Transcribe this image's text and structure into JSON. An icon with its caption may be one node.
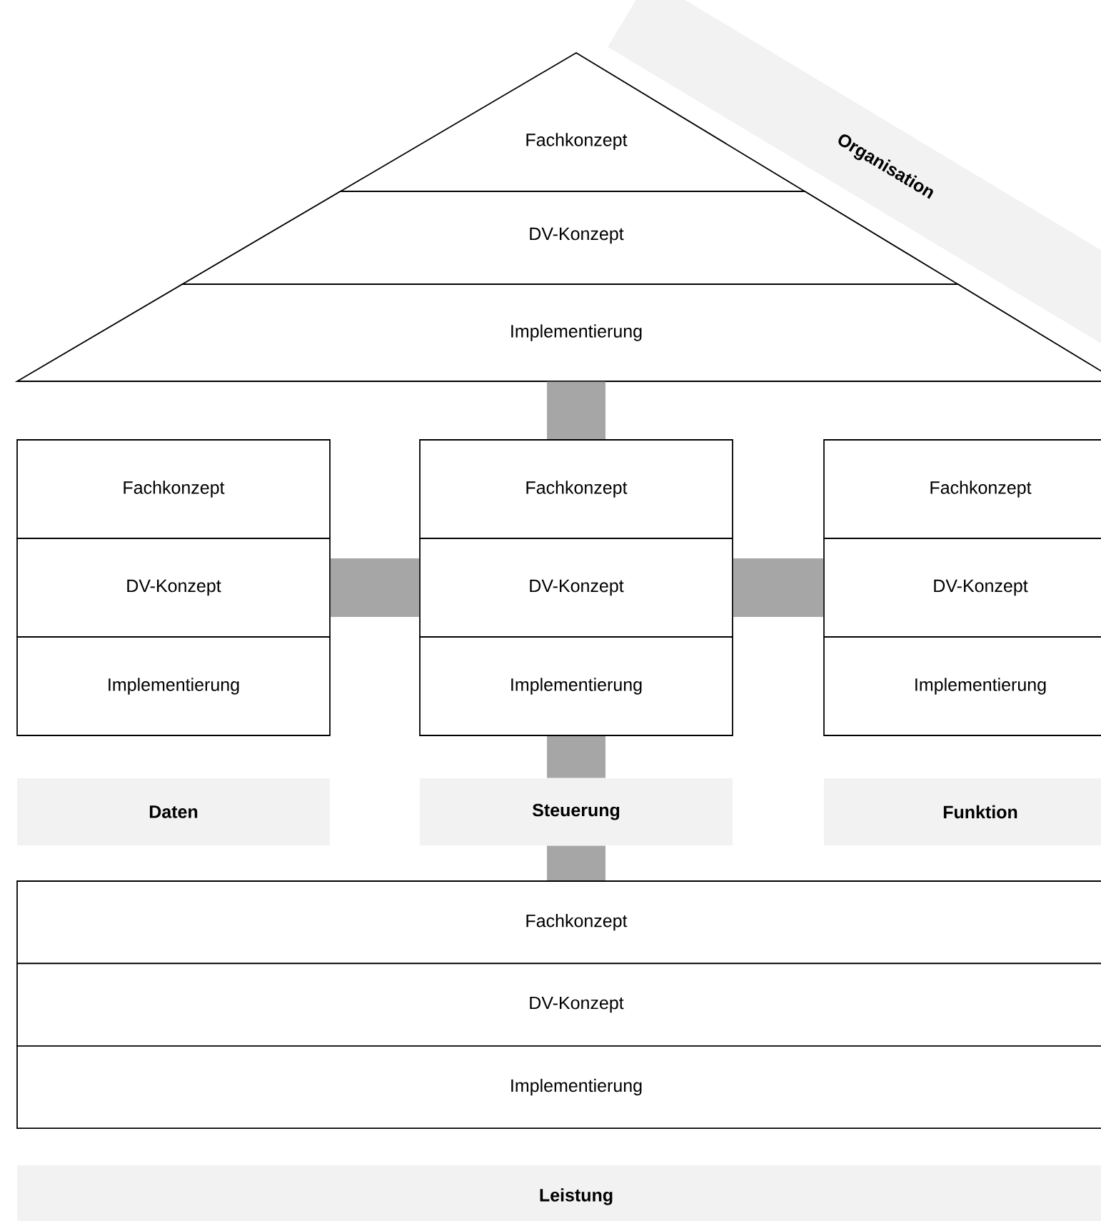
{
  "diagram": {
    "nodes": [
      {
        "text": [
          "Fachkonzept"
        ]
      },
      {
        "text": [
          "DV-Konzept"
        ]
      },
      {
        "text": [
          "Implementierung"
        ]
      },
      {
        "text": [
          "Organisation"
        ]
      },
      {
        "text": [
          "Fachkonzept"
        ]
      },
      {
        "text": [
          "DV-Konzept"
        ]
      },
      {
        "text": [
          "Implementierung"
        ]
      },
      {
        "text": [
          "Fachkonzept"
        ]
      },
      {
        "text": [
          "DV-Konzept"
        ]
      },
      {
        "text": [
          "Implementierung"
        ]
      },
      {
        "text": [
          "Fachkonzept"
        ]
      },
      {
        "text": [
          "DV-Konzept"
        ]
      },
      {
        "text": [
          "Implementierung"
        ]
      },
      {
        "text": [
          "Daten"
        ]
      },
      {
        "text": [
          "Steuerung"
        ]
      },
      {
        "text": [
          "Funktion"
        ]
      },
      {
        "text": [
          "Fachkonzept"
        ]
      },
      {
        "text": [
          "DV-Konzept"
        ]
      },
      {
        "text": [
          "Implementierung"
        ]
      },
      {
        "text": [
          "Leistung"
        ]
      }
    ],
    "edges": [
      {
        "from": 2,
        "to": 7,
        "arrow": "none",
        "color": "#a6a6a6"
      },
      {
        "from": 5,
        "to": 8,
        "arrow": "none",
        "color": "#a6a6a6"
      },
      {
        "from": 8,
        "to": 11,
        "arrow": "none",
        "color": "#a6a6a6"
      },
      {
        "from": 9,
        "to": 14,
        "arrow": "none",
        "color": "#a6a6a6"
      },
      {
        "from": 14,
        "to": 16,
        "arrow": "none",
        "color": "#a6a6a6"
      }
    ]
  }
}
